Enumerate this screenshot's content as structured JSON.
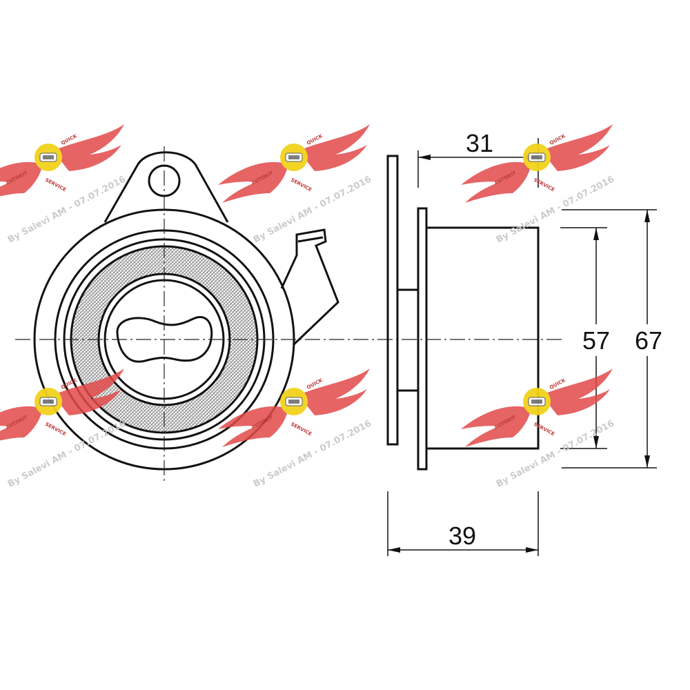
{
  "dimensions": {
    "top_width": "31",
    "inner_height": "57",
    "outer_height": "67",
    "bottom_width": "39"
  },
  "watermark": {
    "caption": "By Salevi AM - 07.07.2016",
    "logo_left": "AUTOKIT",
    "logo_right": "QUICK",
    "logo_bottom": "SERVICE"
  },
  "colors": {
    "line": "#111111",
    "bearing_hatch": "#888888",
    "watermark_wing": "#e24a4a",
    "watermark_badge": "#f2d21b",
    "watermark_text": "#c9c9c9"
  }
}
